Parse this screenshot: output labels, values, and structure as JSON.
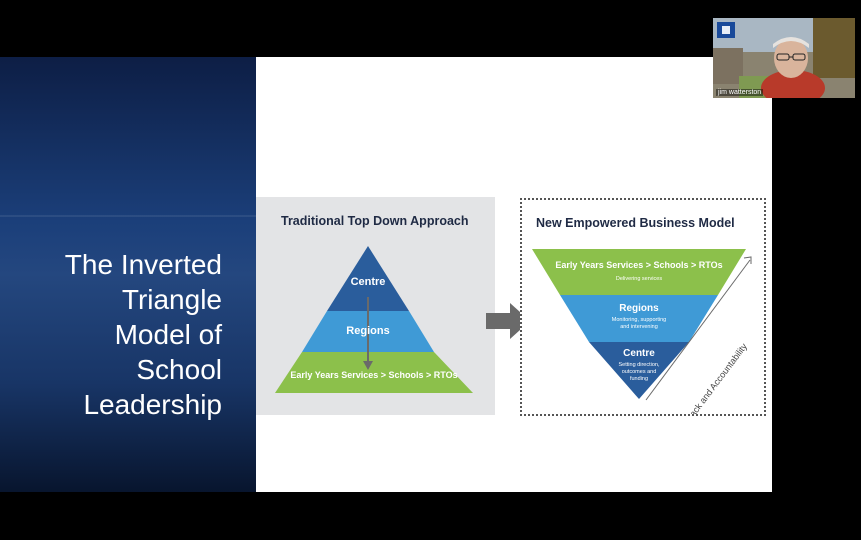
{
  "slide": {
    "title_lines": [
      "The Inverted",
      "Triangle",
      "Model of",
      "School",
      "Leadership"
    ]
  },
  "traditional": {
    "heading": "Traditional Top Down Approach",
    "levels": {
      "top": "Centre",
      "middle": "Regions",
      "bottom": "Early Years Services > Schools > RTOs"
    }
  },
  "empowered": {
    "heading": "New Empowered Business Model",
    "levels": {
      "top": "Early Years Services > Schools > RTOs",
      "top_sub": "Delivering services",
      "middle": "Regions",
      "middle_sub_lines": [
        "Monitoring, supporting",
        "and intervening"
      ],
      "bottom": "Centre",
      "bottom_sub_lines": [
        "Setting direction,",
        "outcomes and",
        "funding"
      ]
    },
    "side_label": "Feedback and Accountability"
  },
  "video": {
    "participant_name": "jim watterston"
  },
  "colors": {
    "dark_blue": "#2a5d9c",
    "mid_blue": "#3f9ad6",
    "green": "#8cc04b",
    "arrow_grey": "#6a6a6a"
  }
}
